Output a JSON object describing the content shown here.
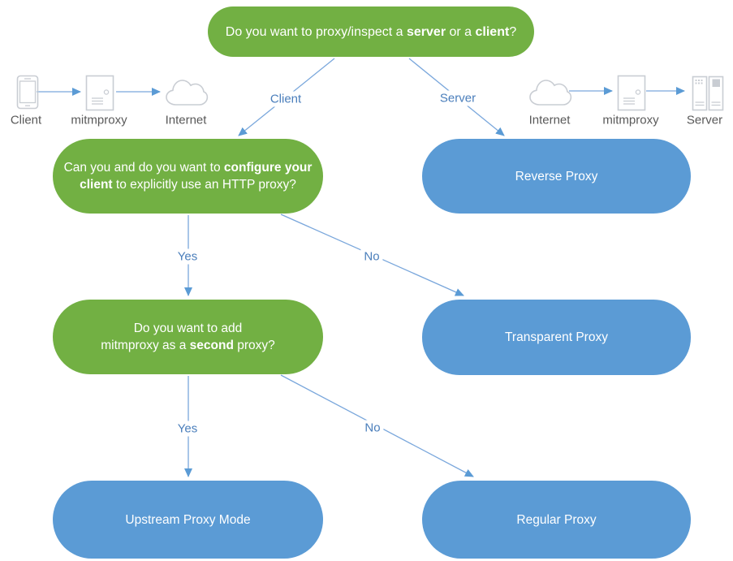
{
  "diagram": {
    "title_semantic": "mitmproxy proxy mode decision flowchart",
    "colors": {
      "green": "#72b043",
      "blue": "#5b9bd5",
      "line": "#7aa7dc",
      "arrowhead": "#5b9bd5",
      "edge-label": "#4a7ebb",
      "caption": "#595959",
      "icon-stroke": "#c9cdd3",
      "icon-fill": "#c9cdd3"
    },
    "nodes": {
      "q_server_or_client": {
        "segments": [
          {
            "t": "Do you want to proxy/inspect a "
          },
          {
            "t": "server",
            "b": true
          },
          {
            "t": " or a "
          },
          {
            "t": "client",
            "b": true
          },
          {
            "t": "?"
          }
        ]
      },
      "q_configure_client": {
        "segments": [
          {
            "t": "Can you and do you want to "
          },
          {
            "t": "configure your",
            "b": true
          },
          {
            "br": true
          },
          {
            "t": "client",
            "b": true
          },
          {
            "t": " to explicitly use an HTTP proxy?"
          }
        ]
      },
      "q_second_proxy": {
        "segments": [
          {
            "t": "Do you want to add"
          },
          {
            "br": true
          },
          {
            "t": "mitmproxy as a "
          },
          {
            "t": "second",
            "b": true
          },
          {
            "t": " proxy?"
          }
        ]
      },
      "reverse_proxy": {
        "label": "Reverse Proxy"
      },
      "transparent_proxy": {
        "label": "Transparent Proxy"
      },
      "upstream_proxy": {
        "label": "Upstream Proxy Mode"
      },
      "regular_proxy": {
        "label": "Regular Proxy"
      }
    },
    "edge_labels": {
      "branch_client": "Client",
      "branch_server": "Server",
      "yes1": "Yes",
      "no1": "No",
      "yes2": "Yes",
      "no2": "No"
    },
    "mini_left": {
      "items": [
        {
          "icon": "phone-icon",
          "label": "Client"
        },
        {
          "icon": "document-server-icon",
          "label": "mitmproxy"
        },
        {
          "icon": "cloud-icon",
          "label": "Internet"
        }
      ]
    },
    "mini_right": {
      "items": [
        {
          "icon": "cloud-icon",
          "label": "Internet"
        },
        {
          "icon": "document-server-icon",
          "label": "mitmproxy"
        },
        {
          "icon": "rack-server-icon",
          "label": "Server"
        }
      ]
    }
  }
}
